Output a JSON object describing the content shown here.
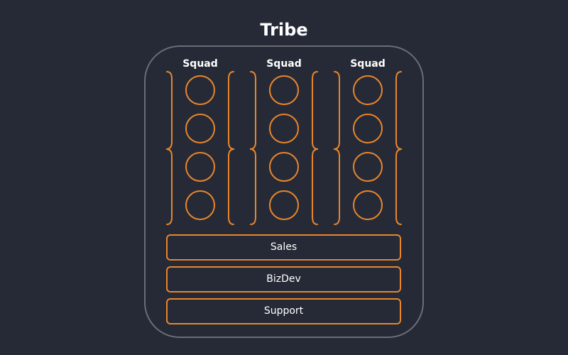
{
  "title": "Tribe",
  "squads": [
    {
      "label": "Squad",
      "members": 4
    },
    {
      "label": "Squad",
      "members": 4
    },
    {
      "label": "Squad",
      "members": 4
    }
  ],
  "functions": [
    "Sales",
    "BizDev",
    "Support"
  ],
  "colors": {
    "background": "#252a36",
    "frame": "#6a6d75",
    "accent": "#e8862c",
    "text": "#ffffff"
  }
}
